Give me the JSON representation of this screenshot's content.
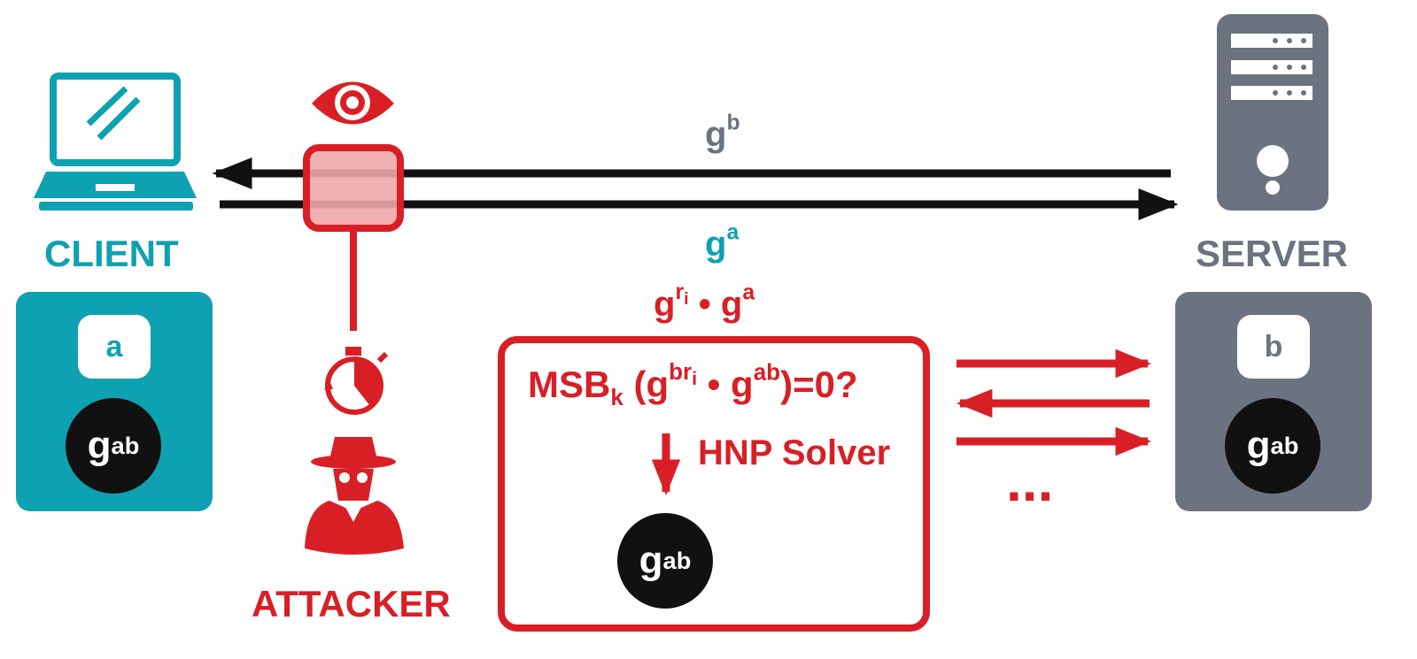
{
  "colors": {
    "client": "#0ea1b1",
    "server": "#6b7380",
    "attacker": "#d91f26",
    "attacker_light": "#f0a8aa",
    "secret": "#111111",
    "arrow": "#111111"
  },
  "icons": {
    "client": "laptop-icon",
    "server": "server-tower-icon",
    "eye": "eye-target-icon",
    "timer": "stopwatch-icon",
    "attacker": "spy-hat-icon"
  },
  "client": {
    "label": "CLIENT",
    "key": "a",
    "secret": {
      "base": "g",
      "exp": "ab"
    }
  },
  "server": {
    "label": "SERVER",
    "key": "b",
    "secret": {
      "base": "g",
      "exp": "ab"
    }
  },
  "attacker": {
    "label": "ATTACKER"
  },
  "messages": {
    "server_to_client": {
      "base": "g",
      "exp": "b"
    },
    "client_to_server": {
      "base": "g",
      "exp": "a"
    },
    "injected": {
      "base1": "g",
      "exp1": "r",
      "exp1_sub": "i",
      "dot": "•",
      "base2": "g",
      "exp2": "a"
    }
  },
  "oracle": {
    "msb": "MSB",
    "msb_sub": "k",
    "open": "(",
    "g1": "g",
    "exp1": "br",
    "exp1_sub": "i",
    "dot": "•",
    "g2": "g",
    "exp2": "ab",
    "close": ")=0?",
    "solver": "HNP Solver",
    "result": {
      "base": "g",
      "exp": "ab"
    }
  },
  "ellipsis": "..."
}
